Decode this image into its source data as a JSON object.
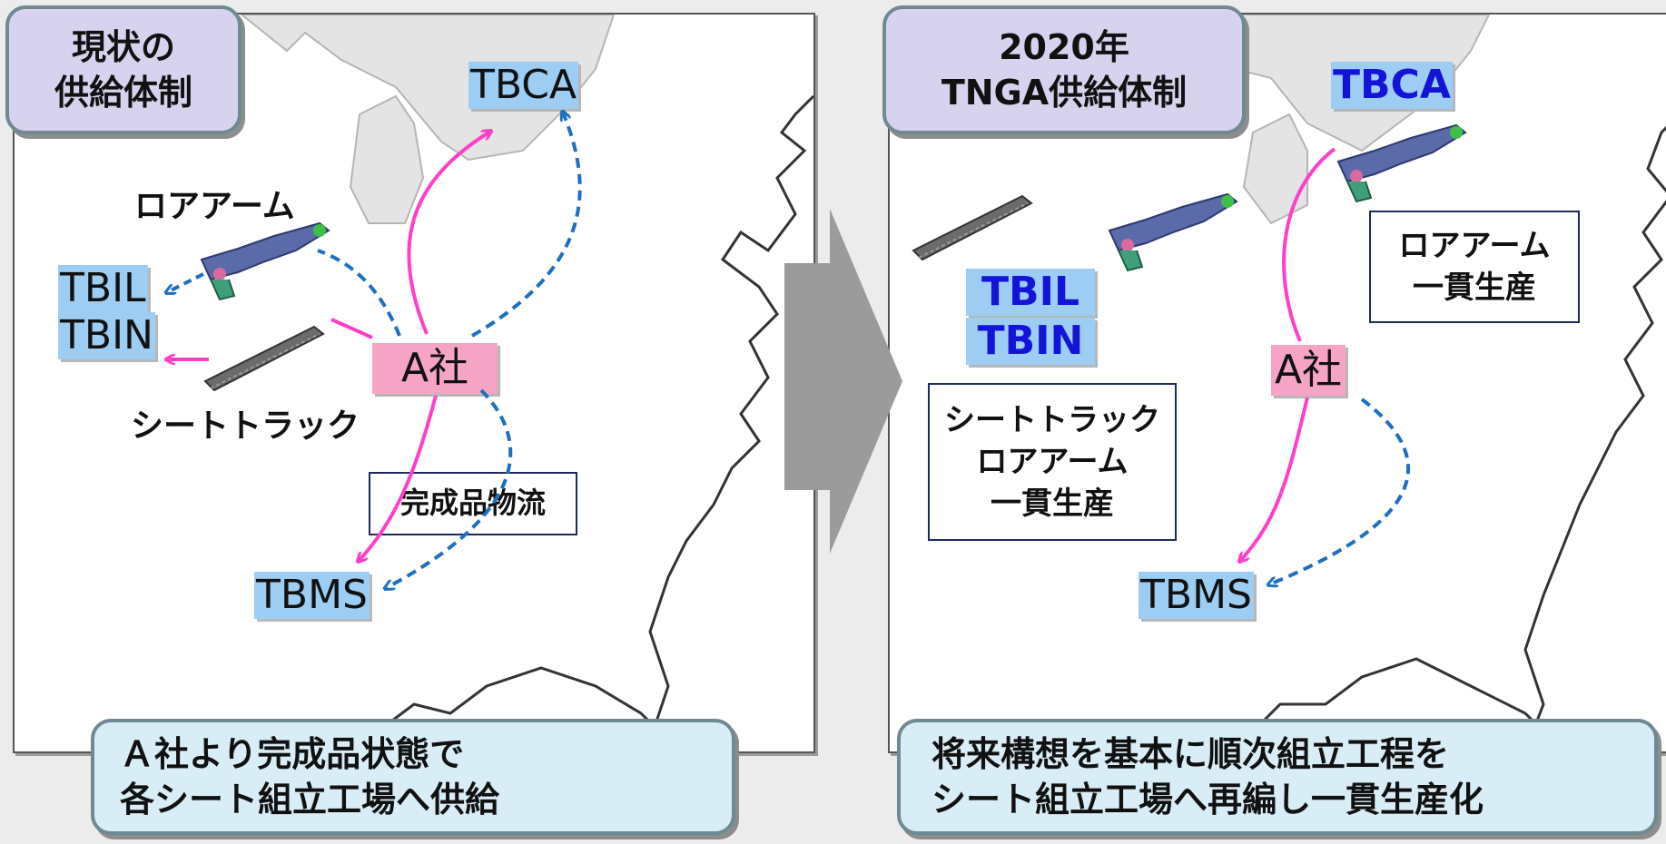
{
  "left": {
    "title_lines": [
      "現状の",
      "供給体制"
    ],
    "plants": {
      "tbca": "TBCA",
      "tbil": "TBIL",
      "tbin": "TBIN",
      "tbms": "TBMS"
    },
    "supplier": "A社",
    "labels": {
      "lower_arm": "ロアアーム",
      "seat_track": "シートトラック",
      "logistics": "完成品物流"
    },
    "summary_lines": [
      "Ａ社より完成品状態で",
      "各シート組立工場へ供給"
    ]
  },
  "right": {
    "title_lines": [
      "2020年",
      "TNGA供給体制"
    ],
    "plants": {
      "tbca": "TBCA",
      "tbil": "TBIL",
      "tbin": "TBIN",
      "tbms": "TBMS"
    },
    "supplier": "A社",
    "box_upper_lines": [
      "ロアアーム",
      "一貫生産"
    ],
    "box_lower_lines": [
      "シートトラック",
      "ロアアーム",
      "一貫生産"
    ],
    "summary_lines": [
      "将来構想を基本に順次組立工程を",
      "シート組立工場へ再編し一貫生産化"
    ]
  },
  "colors": {
    "magenta": "#ff3fc8",
    "blue": "#1f6fbf",
    "plant_bg": "#9dcdf2",
    "supplier_bg": "#f6a4c6",
    "arrow_gray": "#9b9b9b"
  },
  "icons": [
    "lower-arm-part-icon",
    "seat-track-part-icon",
    "transition-arrow-icon"
  ]
}
